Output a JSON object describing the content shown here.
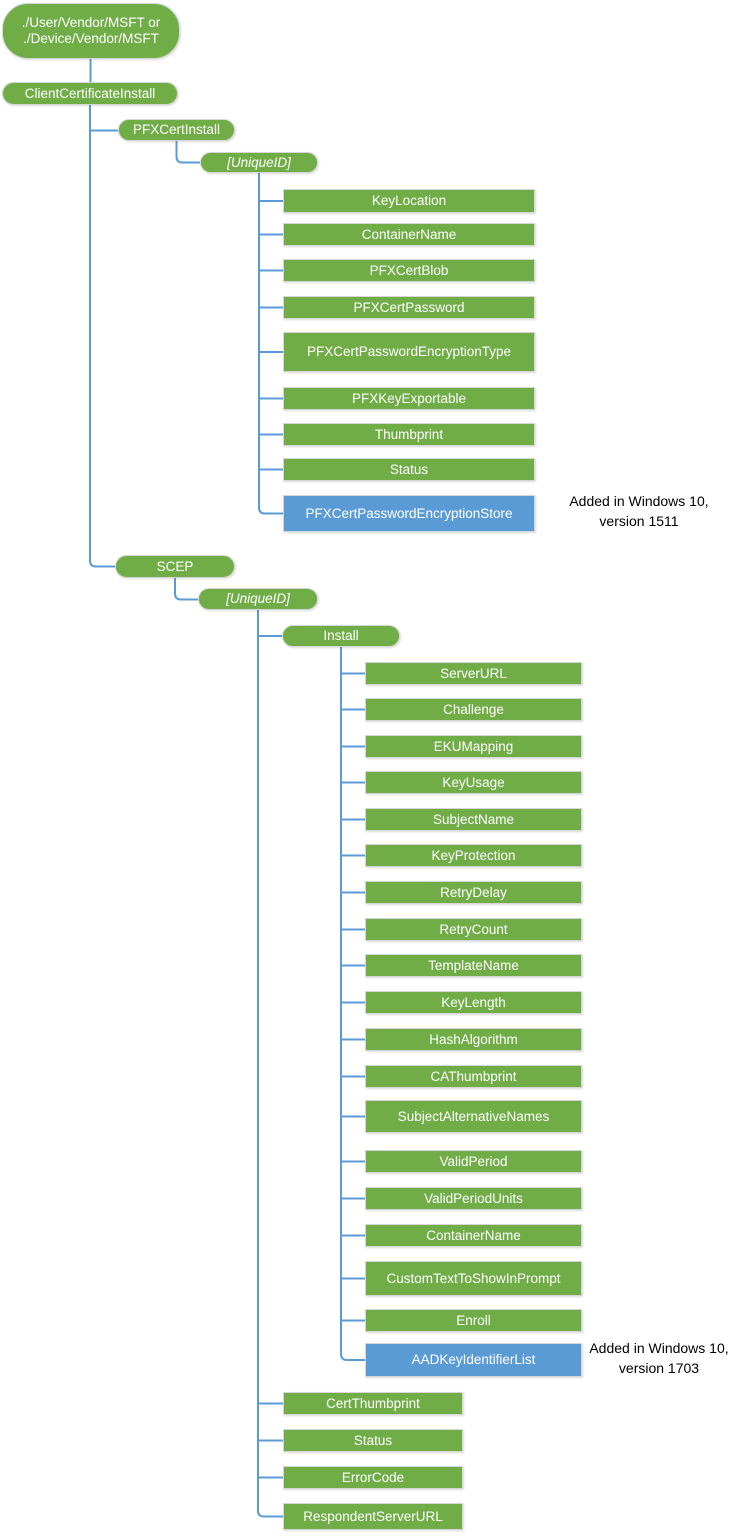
{
  "colors": {
    "node_green": "#70AD47",
    "node_highlight_blue": "#5B9BD5",
    "connector_blue": "#5B9BD5"
  },
  "root": {
    "line1": "./User/Vendor/MSFT or",
    "line2": "./Device/Vendor/MSFT"
  },
  "nodes": {
    "client_certificate_install": "ClientCertificateInstall",
    "pfx_cert_install": "PFXCertInstall",
    "pfx_unique_id": "[UniqueID]",
    "scep": "SCEP",
    "scep_unique_id": "[UniqueID]",
    "install": "Install"
  },
  "pfx_children": [
    "KeyLocation",
    "ContainerName",
    "PFXCertBlob",
    "PFXCertPassword",
    "PFXCertPasswordEncryptionType",
    "PFXKeyExportable",
    "Thumbprint",
    "Status",
    "PFXCertPasswordEncryptionStore"
  ],
  "install_children": [
    "ServerURL",
    "Challenge",
    "EKUMapping",
    "KeyUsage",
    "SubjectName",
    "KeyProtection",
    "RetryDelay",
    "RetryCount",
    "TemplateName",
    "KeyLength",
    "HashAlgorithm",
    "CAThumbprint",
    "SubjectAlternativeNames",
    "ValidPeriod",
    "ValidPeriodUnits",
    "ContainerName",
    "CustomTextToShowInPrompt",
    "Enroll",
    "AADKeyIdentifierList"
  ],
  "scep_children": [
    "CertThumbprint",
    "Status",
    "ErrorCode",
    "RespondentServerURL"
  ],
  "annotations": [
    {
      "line1": "Added in Windows 10,",
      "line2": "version 1511"
    },
    {
      "line1": "Added in Windows 10,",
      "line2": "version 1703"
    }
  ]
}
